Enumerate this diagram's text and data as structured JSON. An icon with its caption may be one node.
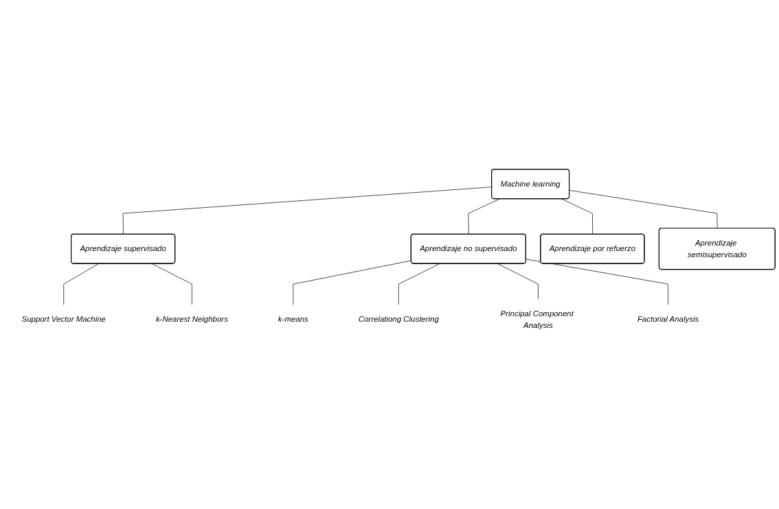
{
  "diagram": {
    "nodes": [
      {
        "text": [
          "Machine learning"
        ]
      },
      {
        "text": [
          "Aprendizaje supervisado"
        ]
      },
      {
        "text": [
          "Aprendizaje no supervisado"
        ]
      },
      {
        "text": [
          "Aprendizaje por refuerzo"
        ]
      },
      {
        "text": [
          "Aprendizaje semisupervisado"
        ]
      },
      {
        "text": [
          "Support Vector Machine"
        ]
      },
      {
        "text": [
          "k-Nearest Neighbors"
        ]
      },
      {
        "text": [
          "k-means"
        ]
      },
      {
        "text": [
          "Correlationg Clustering"
        ]
      },
      {
        "text": [
          "Principal Component Analysis"
        ]
      },
      {
        "text": [
          "Factorial Analysis"
        ]
      }
    ],
    "edges": [
      {
        "from": 0,
        "to": 1,
        "arrow": "none"
      },
      {
        "from": 0,
        "to": 2,
        "arrow": "none"
      },
      {
        "from": 0,
        "to": 3,
        "arrow": "none"
      },
      {
        "from": 0,
        "to": 4,
        "arrow": "none"
      },
      {
        "from": 1,
        "to": 5,
        "arrow": "none"
      },
      {
        "from": 1,
        "to": 6,
        "arrow": "none"
      },
      {
        "from": 2,
        "to": 7,
        "arrow": "none"
      },
      {
        "from": 2,
        "to": 8,
        "arrow": "none"
      },
      {
        "from": 2,
        "to": 9,
        "arrow": "none"
      },
      {
        "from": 2,
        "to": 10,
        "arrow": "none"
      }
    ]
  }
}
